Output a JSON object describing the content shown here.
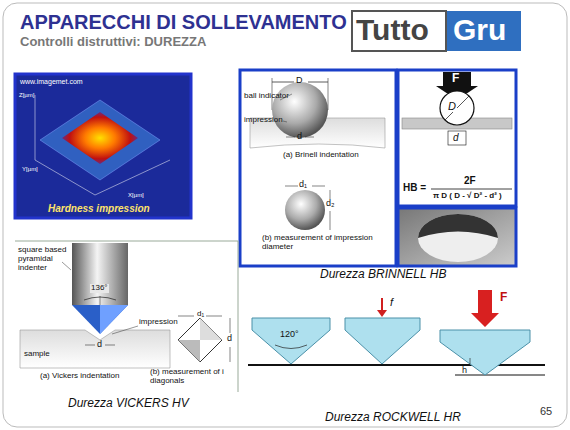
{
  "diagram": {
    "title": "APPARECCHI DI SOLLEVAMENTO",
    "labels": [
      "Controlli distruttivi: DUREZZA",
      "Tutto",
      "Gru",
      "www.imagemet.com",
      "Hardness impression",
      "D",
      "ball indicator",
      "impression",
      "d",
      "(a) Brinell indentation",
      "d₁",
      "d₂",
      "(b) measurement of impression diameter",
      "F",
      "D",
      "d",
      "HB =",
      "2F",
      "π D ( D - √ D² - d² )",
      "Durezza BRINNELL HB",
      "square based pyramidal indenter",
      "136°",
      "d₁",
      "d",
      "d",
      "impression",
      "sample",
      "(a) Vickers indentation",
      "(b) measurement of i diagonals",
      "Durezza VICKERS HV",
      "120°",
      "f",
      "F",
      "h",
      "Durezza ROCKWELL HR",
      "65",
      "Z[µm]",
      "Y[µm]",
      "X[µm]"
    ]
  }
}
